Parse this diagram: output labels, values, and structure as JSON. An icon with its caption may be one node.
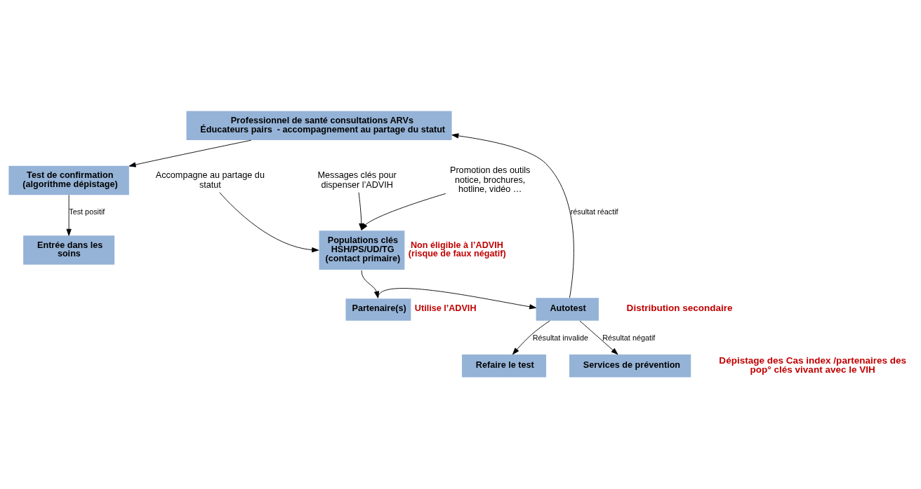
{
  "diagram": {
    "nodes": [
      {
        "text": [
          "Professionnel de santé consultations ARVs",
          "Éducateurs pairs  - accompagnement au partage du statut"
        ]
      },
      {
        "text": [
          "Entrée dans les soins"
        ]
      },
      {
        "text": [
          "Test de confirmation (algorithme dépistage)"
        ]
      },
      {
        "text": [
          "Accompagne au partage du statut"
        ]
      },
      {
        "text": [
          "Messages clés pour dispenser l’ADVIH"
        ]
      },
      {
        "text": [
          "Promotion des outils notice, brochures, hotline, vidéo …"
        ]
      },
      {
        "text": [
          "Populations clés HSH/PS/UD/TG",
          "(contact primaire)"
        ],
        "beside": [
          "Non éligible à l’ADVIH (risque de faux négatif)"
        ]
      },
      {
        "text": [
          "Autotest"
        ]
      },
      {
        "text": [
          "Partenaire(s)"
        ],
        "beside": [
          "Utilise l’ADVIH"
        ]
      },
      {
        "text": [
          "Refaire le test"
        ]
      },
      {
        "text": [
          "Services de prévention"
        ]
      }
    ],
    "edges": [
      {
        "from": 0,
        "to": 2,
        "arrow": "to"
      },
      {
        "from": 7,
        "to": 0,
        "arrow": "to",
        "label": "résultat réactif"
      },
      {
        "from": 2,
        "to": 1,
        "arrow": "to",
        "label": "Test positif"
      },
      {
        "from": 3,
        "to": 6,
        "arrow": "to"
      },
      {
        "from": 4,
        "to": 6,
        "arrow": "to"
      },
      {
        "from": 5,
        "to": 6,
        "arrow": "to"
      },
      {
        "from": 6,
        "to": 8,
        "arrow": "to"
      },
      {
        "from": 8,
        "to": 7,
        "arrow": "to"
      },
      {
        "from": 7,
        "to": 9,
        "arrow": "to",
        "label": "Résultat invalide"
      },
      {
        "from": 7,
        "to": 10,
        "arrow": "to",
        "label": "Résultat négatif"
      }
    ],
    "labels": [
      "Distribution secondaire",
      "Dépistage des Cas index /partenaires des pop° clés vivant avec le VIH"
    ]
  }
}
